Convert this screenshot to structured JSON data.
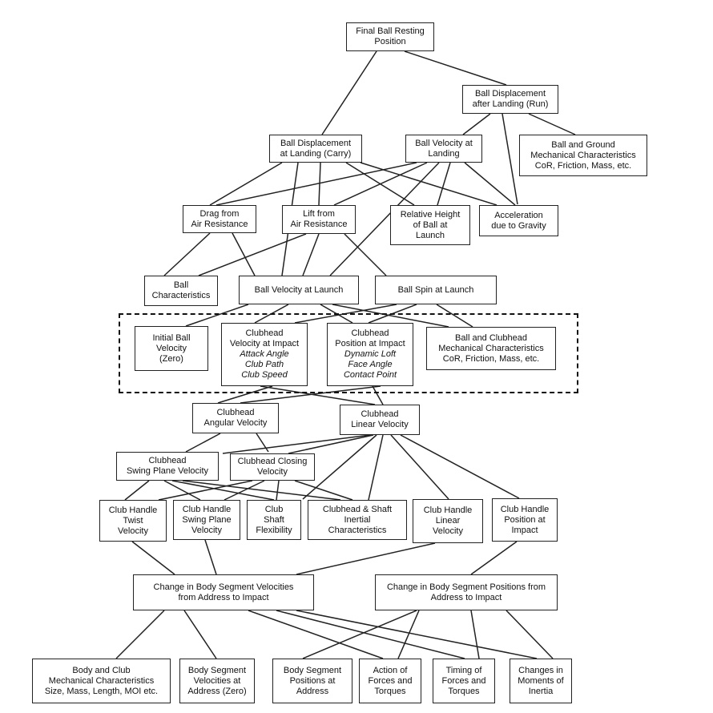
{
  "nodes": {
    "final_ball_rest": [
      "Final Ball Resting",
      "Position"
    ],
    "ball_disp_run": [
      "Ball Displacement",
      "after Landing (Run)"
    ],
    "ball_ground_mech": [
      "Ball and Ground",
      "Mechanical Characteristics",
      "CoR, Friction, Mass, etc."
    ],
    "ball_disp_carry": [
      "Ball Displacement",
      "at Landing (Carry)"
    ],
    "ball_vel_landing": [
      "Ball Velocity at",
      "Landing"
    ],
    "drag": [
      "Drag from",
      "Air Resistance"
    ],
    "lift": [
      "Lift from",
      "Air Resistance"
    ],
    "rel_height": [
      "Relative Height",
      "of Ball at",
      "Launch"
    ],
    "gravity": [
      "Acceleration",
      "due to Gravity"
    ],
    "ball_chars": [
      "Ball",
      "Characteristics"
    ],
    "ball_vel_launch": [
      "Ball Velocity at Launch"
    ],
    "ball_spin_launch": [
      "Ball Spin at Launch"
    ],
    "initial_ball_vel": [
      "Initial Ball",
      "Velocity",
      "(Zero)"
    ],
    "clubhead_vel_impact": {
      "lines": [
        "Clubhead",
        "Velocity at Impact"
      ],
      "italic_lines": [
        "Attack Angle",
        "Club Path",
        "Club Speed"
      ]
    },
    "clubhead_pos_impact": {
      "lines": [
        "Clubhead",
        "Position at Impact"
      ],
      "italic_lines": [
        "Dynamic Loft",
        "Face Angle",
        "Contact Point"
      ]
    },
    "ball_club_mech": [
      "Ball and Clubhead",
      "Mechanical Characteristics",
      "CoR, Friction, Mass, etc."
    ],
    "clubhead_ang_vel": [
      "Clubhead",
      "Angular Velocity"
    ],
    "clubhead_lin_vel": [
      "Clubhead",
      "Linear Velocity"
    ],
    "clubhead_swing_plane_vel": [
      "Clubhead",
      "Swing Plane Velocity"
    ],
    "clubhead_closing_vel": [
      "Clubhead Closing",
      "Velocity"
    ],
    "handle_twist_vel": [
      "Club Handle",
      "Twist",
      "Velocity"
    ],
    "handle_swing_plane_vel": [
      "Club Handle",
      "Swing Plane",
      "Velocity"
    ],
    "shaft_flex": [
      "Club",
      "Shaft",
      "Flexibility"
    ],
    "clubhead_shaft_inertial": [
      "Clubhead & Shaft",
      "Inertial",
      "Characteristics"
    ],
    "handle_linear_vel": [
      "Club Handle",
      "Linear",
      "Velocity"
    ],
    "handle_pos_impact": [
      "Club Handle",
      "Position at",
      "Impact"
    ],
    "change_body_seg_vel": [
      "Change in Body Segment Velocities",
      "from Address to Impact"
    ],
    "change_body_seg_pos": [
      "Change in Body Segment Positions from",
      "Address to Impact"
    ],
    "body_club_mech": [
      "Body and Club",
      "Mechanical Characteristics",
      "Size, Mass, Length, MOI etc."
    ],
    "body_seg_vel_address": [
      "Body Segment",
      "Velocities at",
      "Address (Zero)"
    ],
    "body_seg_pos_address": [
      "Body Segment",
      "Positions at",
      "Address"
    ],
    "action_forces": [
      "Action of",
      "Forces and",
      "Torques"
    ],
    "timing_forces": [
      "Timing of",
      "Forces and",
      "Torques"
    ],
    "changes_moi": [
      "Changes in",
      "Moments of",
      "Inertia"
    ]
  }
}
